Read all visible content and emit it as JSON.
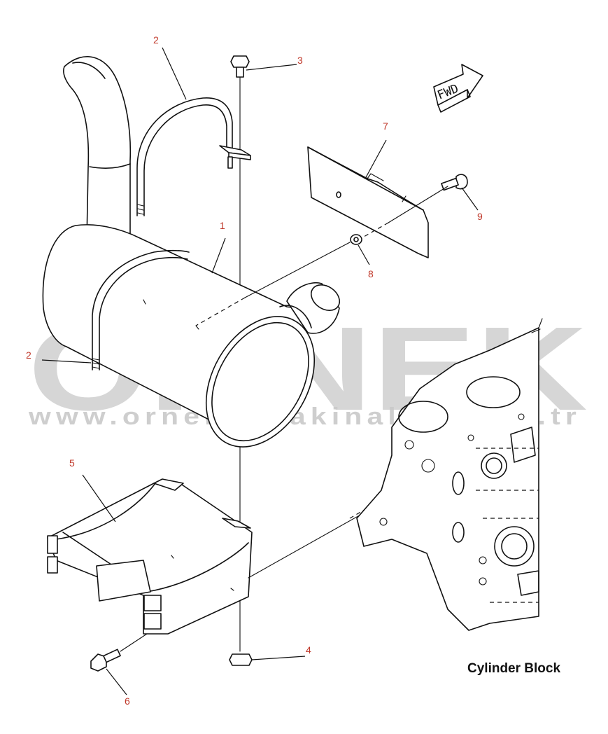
{
  "watermark": {
    "logo_text": "ÖRNEK",
    "url_text": "www.ornekismakinalari.com.tr"
  },
  "direction_sign": {
    "label": "FWD"
  },
  "block_label": "Cylinder Block",
  "callouts": [
    {
      "id": "c2a",
      "label": "2"
    },
    {
      "id": "c3",
      "label": "3"
    },
    {
      "id": "c7",
      "label": "7"
    },
    {
      "id": "c1",
      "label": "1"
    },
    {
      "id": "c9",
      "label": "9"
    },
    {
      "id": "c8",
      "label": "8"
    },
    {
      "id": "c2b",
      "label": "2"
    },
    {
      "id": "c5",
      "label": "5"
    },
    {
      "id": "c4",
      "label": "4"
    },
    {
      "id": "c6",
      "label": "6"
    }
  ],
  "colors": {
    "callout": "#c0392b",
    "line": "#111111",
    "watermark": "#cfcfcf"
  }
}
